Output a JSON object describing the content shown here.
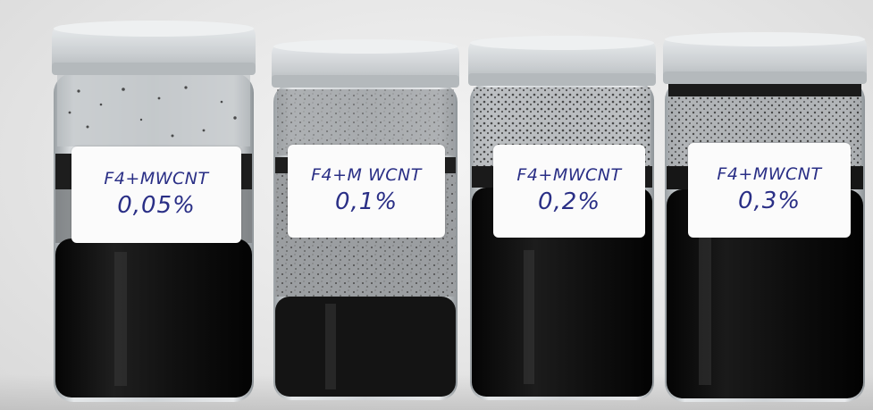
{
  "photo": {
    "jars": [
      {
        "label_line1": "F4+MWCNT",
        "label_line2": "0,05%"
      },
      {
        "label_line1": "F4+M WCNT",
        "label_line2": "0,1%"
      },
      {
        "label_line1": "F4+MWCNT",
        "label_line2": "0,2%"
      },
      {
        "label_line1": "F4+MWCNT",
        "label_line2": "0,3%"
      }
    ],
    "colors": {
      "cap": "#cfd3d6",
      "liquid": "#151515",
      "ink": "#2a2f86",
      "background": "#e9e9e9"
    }
  }
}
